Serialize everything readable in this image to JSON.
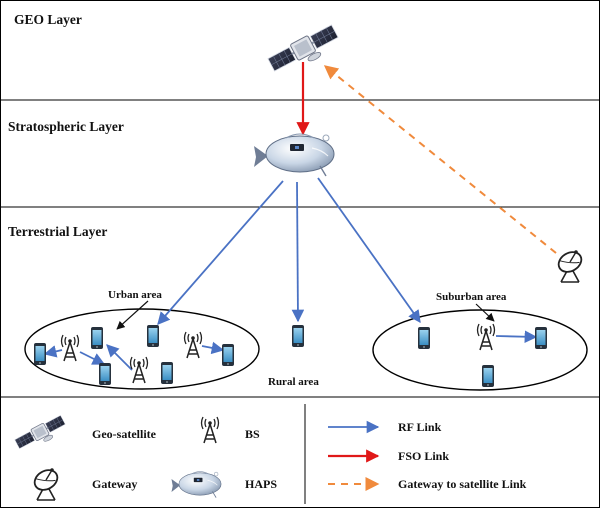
{
  "layers": {
    "geo": "GEO Layer",
    "stratospheric": "Stratospheric Layer",
    "terrestrial": "Terrestrial Layer"
  },
  "areas": {
    "urban": "Urban area",
    "rural": "Rural area",
    "suburban": "Suburban area"
  },
  "legend": {
    "geo_satellite": "Geo-satellite",
    "bs": "BS",
    "gateway": "Gateway",
    "haps": "HAPS",
    "rf_link": "RF Link",
    "fso_link": "FSO Link",
    "gateway_link": "Gateway to satellite Link"
  },
  "colors": {
    "rf": "#4a72c4",
    "fso": "#e01818",
    "gateway_link": "#f08a3c"
  }
}
